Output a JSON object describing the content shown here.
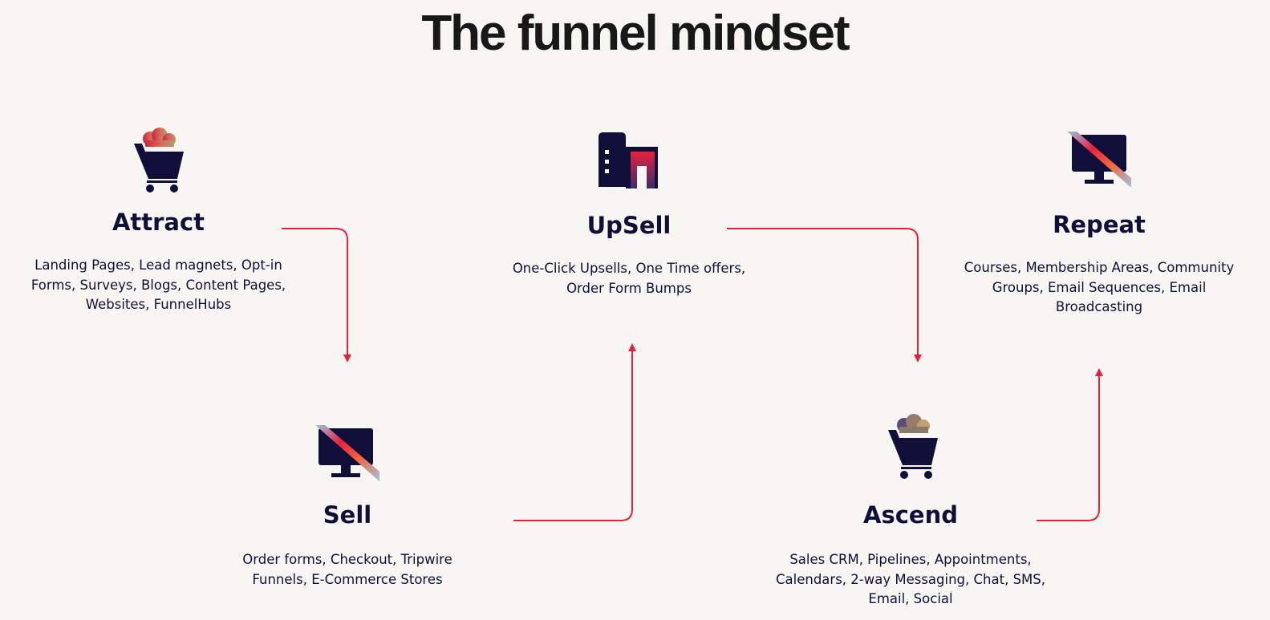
{
  "title": "The funnel mindset",
  "colors": {
    "navy": "#0f0f3a",
    "arrow": "#e8203c",
    "background": "#f8f6f3"
  },
  "stages": [
    {
      "key": "attract",
      "title": "Attract",
      "icon": "shopping-cart-icon",
      "description": "Landing Pages, Lead magnets, Opt-in Forms, Surveys, Blogs, Content Pages, Websites, FunnelHubs"
    },
    {
      "key": "sell",
      "title": "Sell",
      "icon": "monitor-icon",
      "description": "Order forms, Checkout, Tripwire Funnels, E-Commerce Stores"
    },
    {
      "key": "upsell",
      "title": "UpSell",
      "icon": "building-icon",
      "description": "One-Click Upsells, One Time offers, Order Form Bumps"
    },
    {
      "key": "ascend",
      "title": "Ascend",
      "icon": "shopping-cart-icon",
      "description": "Sales CRM, Pipelines, Appointments, Calendars, 2-way Messaging, Chat, SMS, Email, Social"
    },
    {
      "key": "repeat",
      "title": "Repeat",
      "icon": "monitor-icon",
      "description": "Courses, Membership Areas, Community Groups, Email Sequences, Email Broadcasting"
    }
  ],
  "flow": [
    "attract",
    "sell",
    "upsell",
    "ascend",
    "repeat"
  ]
}
